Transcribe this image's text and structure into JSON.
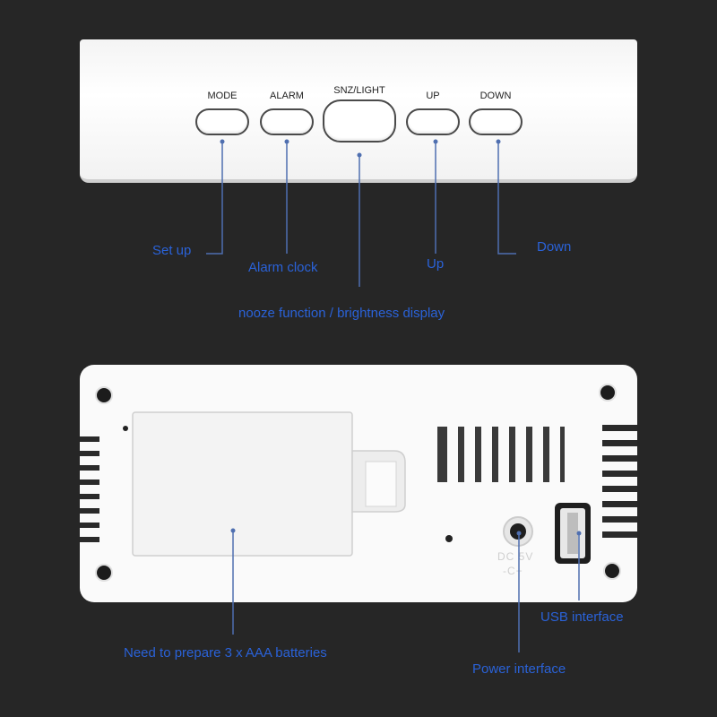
{
  "buttons": [
    {
      "label": "MODE"
    },
    {
      "label": "ALARM"
    },
    {
      "label": "SNZ/LIGHT"
    },
    {
      "label": "UP"
    },
    {
      "label": "DOWN"
    }
  ],
  "captions": {
    "set_up": "Set up",
    "alarm_clock": "Alarm clock",
    "snooze": "nooze function / brightness display",
    "up": "Up",
    "down": "Down",
    "batteries": "Need to prepare 3 x AAA batteries",
    "power": "Power interface",
    "usb": "USB interface"
  },
  "back_label": {
    "voltage": "DC 5V",
    "polarity": "-C+"
  },
  "colors": {
    "background": "#262626",
    "caption_blue": "#2a62d8",
    "leader_line": "#4f6fb0",
    "device_white": "#f8f8f8"
  }
}
